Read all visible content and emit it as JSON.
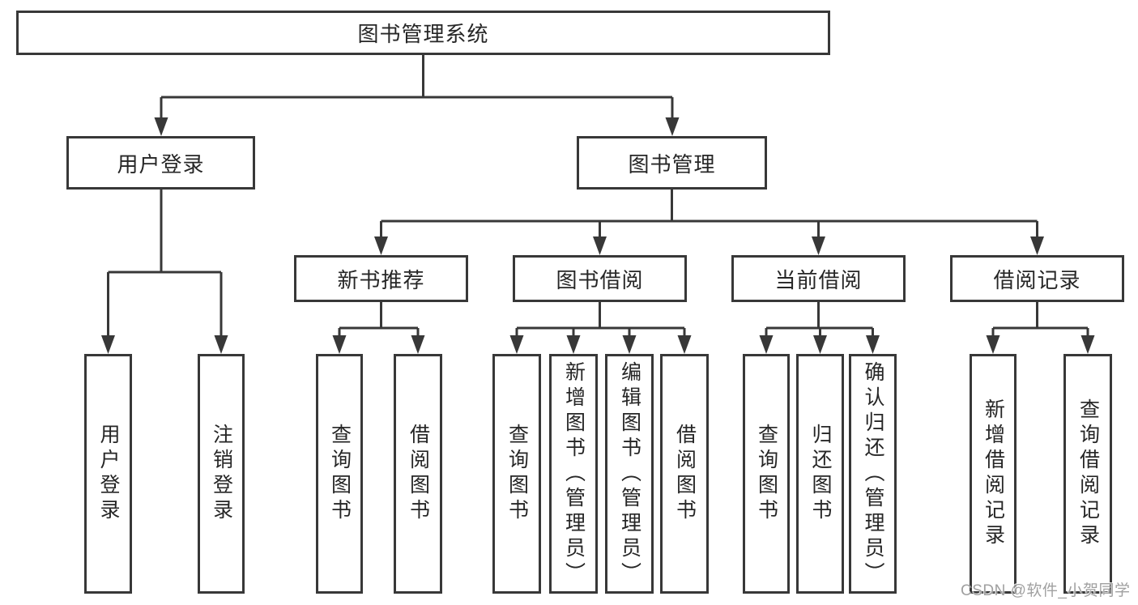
{
  "diagram_title": "图书管理系统",
  "tree": {
    "root": "图书管理系统",
    "user_login": "用户登录",
    "book_mgmt": "图书管理",
    "new_rec": "新书推荐",
    "borrow": "图书借阅",
    "current": "当前借阅",
    "record": "借阅记录",
    "leaf_login": "用户登录",
    "leaf_logout": "注销登录",
    "leaf_rec_query": "查询图书",
    "leaf_rec_borrow": "借阅图书",
    "leaf_bor_query": "查询图书",
    "leaf_bor_add": "新增图书（管理员）",
    "leaf_bor_edit": "编辑图书（管理员）",
    "leaf_bor_borrow": "借阅图书",
    "leaf_cur_query": "查询图书",
    "leaf_cur_return": "归还图书",
    "leaf_cur_confirm": "确认归还（管理员）",
    "leaf_rcd_add": "新增借阅记录",
    "leaf_rcd_query": "查询借阅记录"
  },
  "watermark": "CSDN @软件_小贺同学",
  "colors": {
    "line": "#383838",
    "box_border": "#383838",
    "text": "#262626",
    "watermark": "#a0a0a0",
    "background": "#ffffff"
  }
}
